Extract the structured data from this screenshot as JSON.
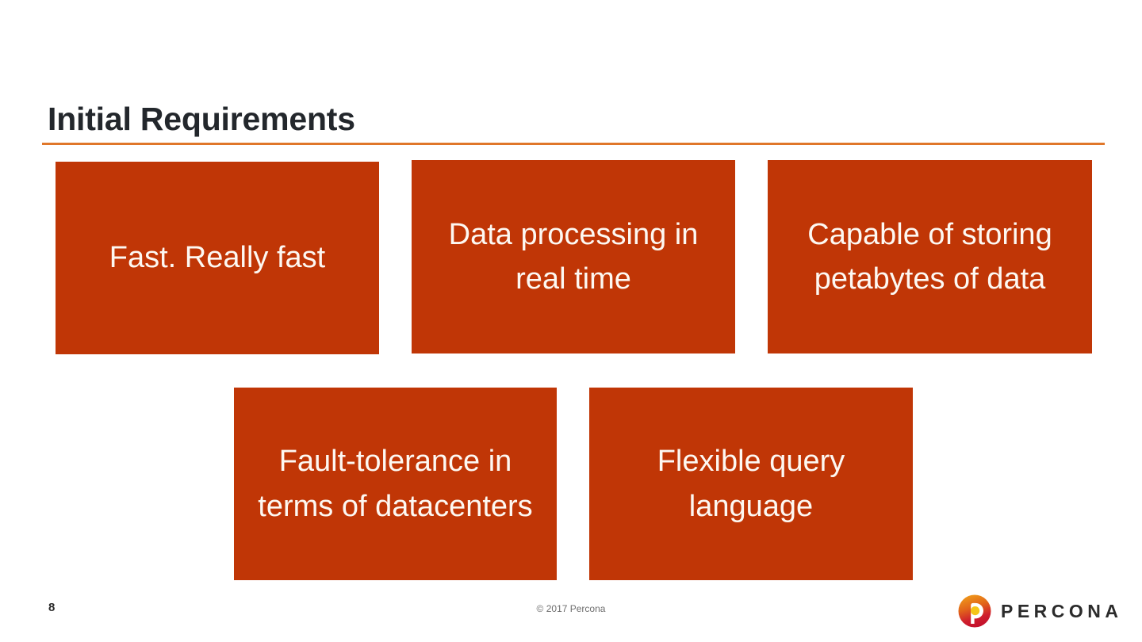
{
  "slide": {
    "title": "Initial Requirements",
    "accent_color": "#e0772a",
    "title_color": "#23272c",
    "box_color": "#c03606",
    "box_text_color": "#fdf8f2",
    "background_color": "#ffffff"
  },
  "requirements": [
    {
      "id": "fast",
      "text": "Fast. Really fast",
      "row": 1,
      "col": 1
    },
    {
      "id": "realtime",
      "text": "Data processing in real time",
      "row": 1,
      "col": 2
    },
    {
      "id": "petabytes",
      "text": "Capable of storing petabytes of data",
      "row": 1,
      "col": 3
    },
    {
      "id": "fault-tolerance",
      "text": "Fault-tolerance in terms of datacenters",
      "row": 2,
      "col": 1
    },
    {
      "id": "query-language",
      "text": "Flexible query language",
      "row": 2,
      "col": 2
    }
  ],
  "footer": {
    "page_number": "8",
    "copyright": "© 2017 Percona",
    "logo_wordmark": "PERCONA",
    "logo_colors": {
      "gradient_top": "#e98b1f",
      "gradient_bottom": "#c8102e",
      "inner_dot": "#f5c518",
      "wordmark": "#2b2b2b"
    }
  }
}
